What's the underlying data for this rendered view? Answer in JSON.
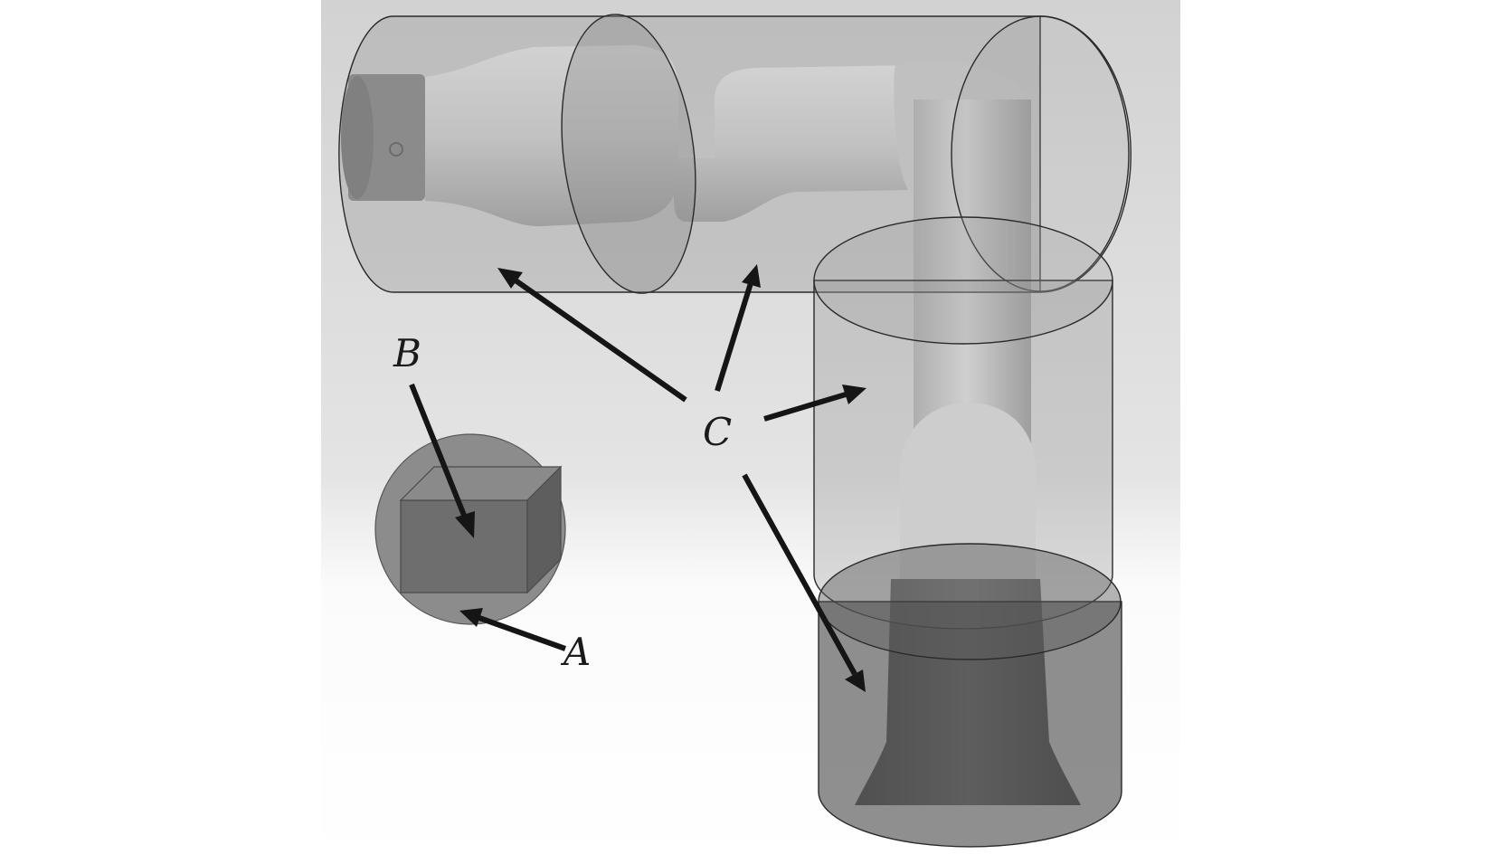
{
  "labels": {
    "a": "A",
    "b": "B",
    "c": "C"
  },
  "colors": {
    "background_top": "#cfcfcf",
    "background_bottom": "#ffffff",
    "robot_light": "#e6e6e6",
    "robot_dark": "#8a8a8a",
    "capsule_fill": "#8f8f8f",
    "base_fill": "#4a4a4a",
    "arrow": "#151515"
  }
}
